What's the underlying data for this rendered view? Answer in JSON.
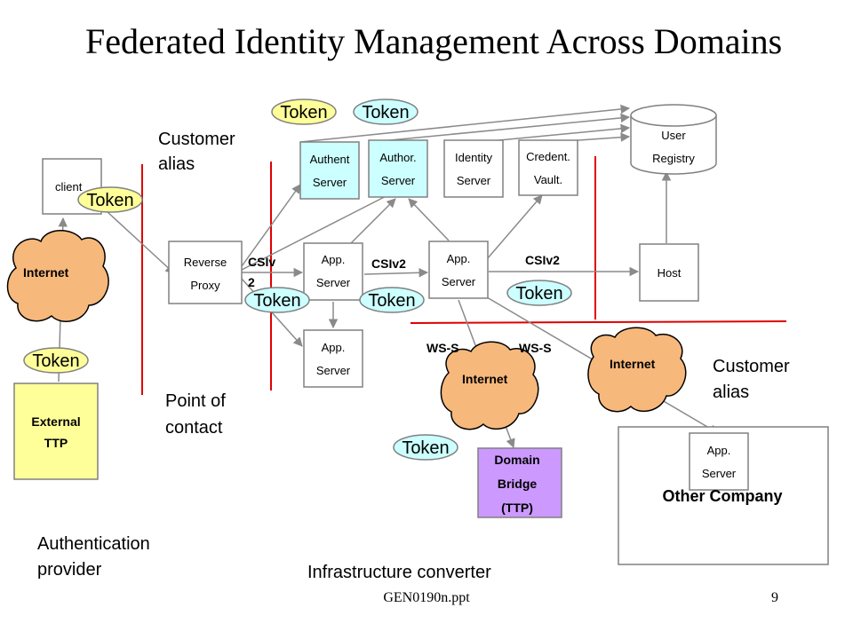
{
  "title": "Federated Identity Management Across Domains",
  "token_label": "Token",
  "nodes": {
    "client": "client",
    "internet_left": "Internet",
    "external_ttp": [
      "External",
      "TTP"
    ],
    "reverse_proxy": [
      "Reverse",
      "Proxy"
    ],
    "authent_server": [
      "Authent",
      "Server"
    ],
    "author_server": [
      "Author.",
      "Server"
    ],
    "identity_server": [
      "Identity",
      "Server"
    ],
    "credent_vault": [
      "Credent.",
      "Vault."
    ],
    "user_registry": [
      "User",
      "Registry"
    ],
    "app_server_1": [
      "App.",
      "Server"
    ],
    "app_server_2": [
      "App.",
      "Server"
    ],
    "app_server_3": [
      "App.",
      "Server"
    ],
    "host": "Host",
    "internet_middle": "Internet",
    "internet_right": "Internet",
    "domain_bridge": [
      "Domain",
      "Bridge",
      "(TTP)"
    ],
    "other_app_server": [
      "App.",
      "Server"
    ],
    "other_company": "Other Company"
  },
  "protocols": {
    "csiv2_a": [
      "CSIv",
      "2"
    ],
    "csiv2_b": "CSIv2",
    "csiv2_c": "CSIv2",
    "wss_a": "WS-S",
    "wss_b": "WS-S"
  },
  "labels": {
    "customer_alias_top": [
      "Customer",
      "alias"
    ],
    "customer_alias_right": [
      "Customer",
      "alias"
    ],
    "point_of_contact": [
      "Point of",
      "contact"
    ],
    "authentication_provider": [
      "Authentication",
      "provider"
    ],
    "infrastructure_converter": "Infrastructure converter"
  },
  "footer": {
    "file": "GEN0190n.ppt",
    "page": "9"
  },
  "colors": {
    "cloud": "#f7b87c",
    "token_yellow": "#ffff99",
    "token_cyan": "#ccffff",
    "server_cyan": "#ccffff",
    "external_ttp": "#ffff99",
    "domain_bridge": "#cc99ff",
    "boundary_line": "#e00000",
    "arrow": "#8a8a8a"
  }
}
